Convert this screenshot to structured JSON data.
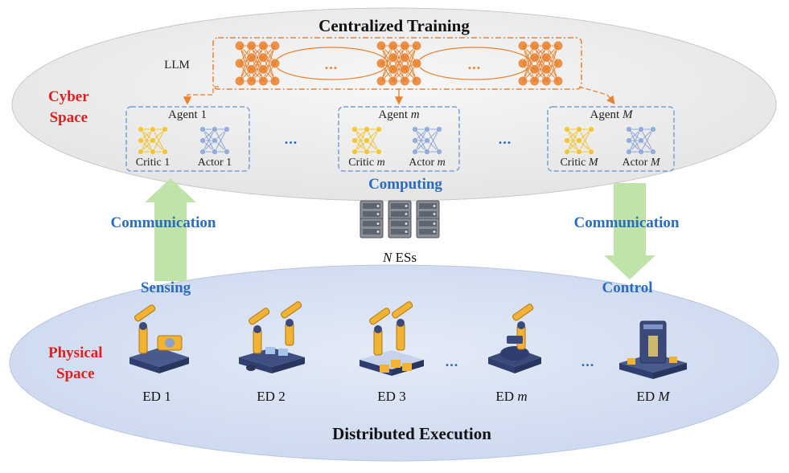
{
  "cyber": {
    "title": "Centralized Training",
    "space_line1": "Cyber",
    "space_line2": "Space",
    "llm_label": "LLM",
    "llm_dots": "...",
    "agents": [
      {
        "title": "Agent 1",
        "critic": "Critic 1",
        "actor": "Actor 1"
      },
      {
        "title": "Agent m",
        "critic": "Critic m",
        "actor": "Actor m"
      },
      {
        "title": "Agent M",
        "critic": "Critic M",
        "actor": "Actor M"
      }
    ],
    "agent_dots": "..."
  },
  "middle": {
    "computing": "Computing",
    "servers": "N ESs",
    "comm_left": "Communication",
    "comm_right": "Communication",
    "sensing": "Sensing",
    "control": "Control"
  },
  "physical": {
    "space_line1": "Physical",
    "space_line2": "Space",
    "title": "Distributed Execution",
    "devices": [
      "ED 1",
      "ED 2",
      "ED 3",
      "ED m",
      "ED M"
    ],
    "dots": "..."
  },
  "colors": {
    "cyber_fill": "#efefef",
    "physical_fill": "#d6e0f2",
    "llm_orange": "#e8822f",
    "agent_border": "#7a9fd6",
    "critic_yellow": "#f2c230",
    "actor_blue": "#8fa8d8",
    "arrow_green": "#bfe3a8",
    "label_blue": "#2a6bbf",
    "label_red": "#e01f1f"
  }
}
